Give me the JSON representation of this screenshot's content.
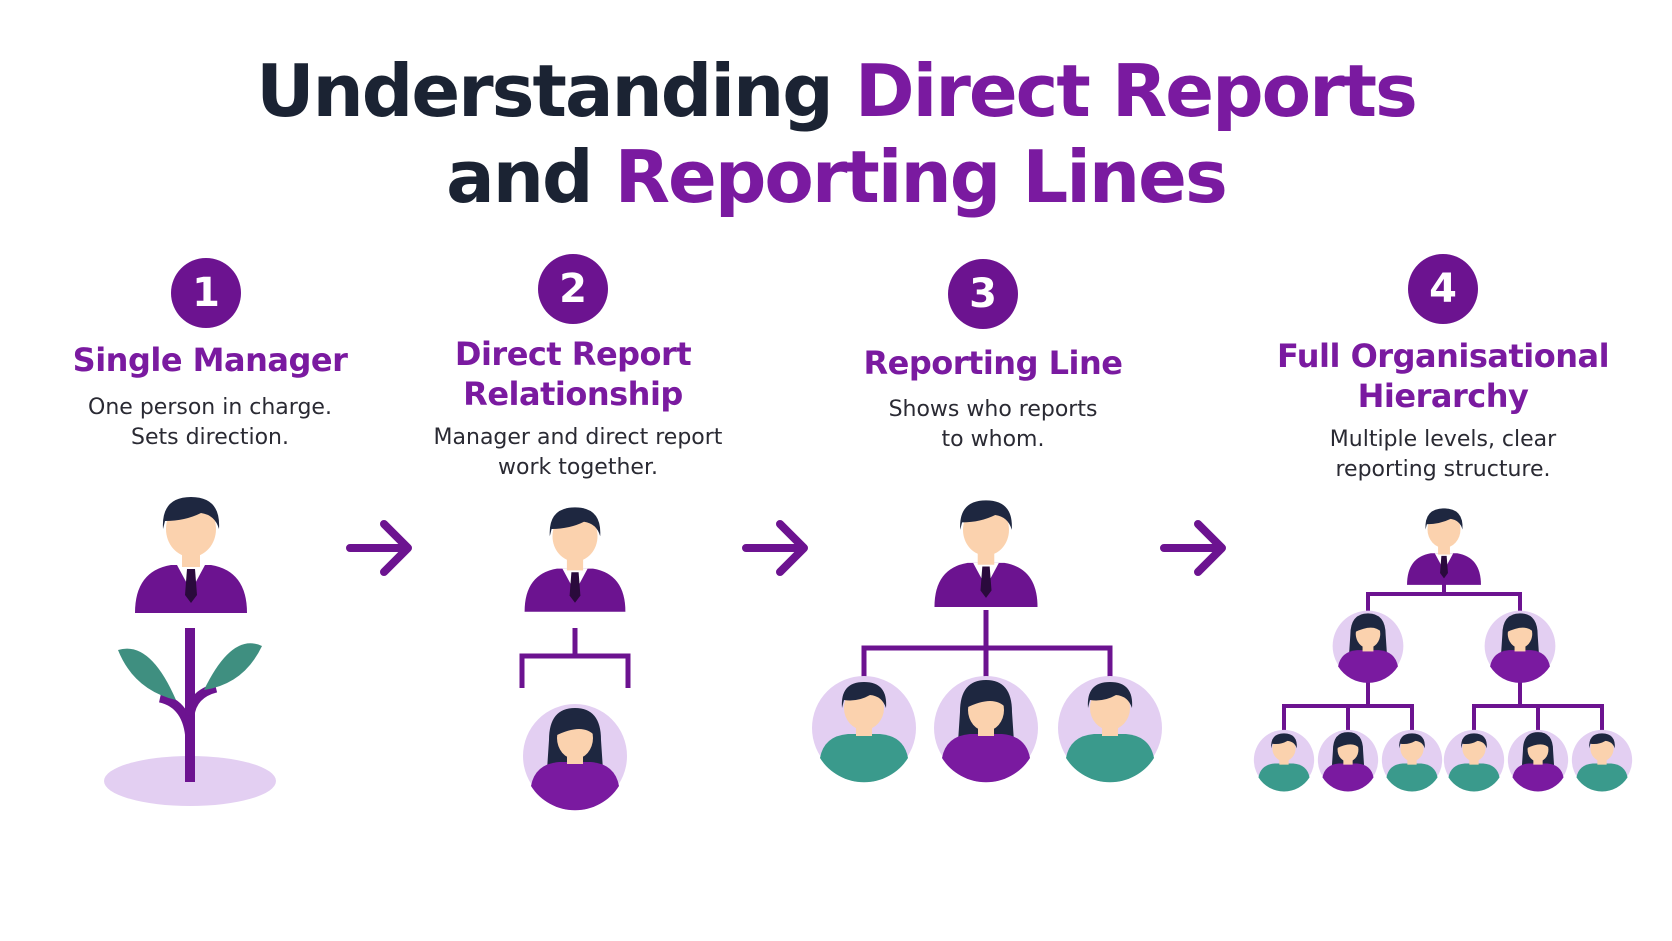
{
  "title": {
    "line1_plain": "Understanding ",
    "line1_accent": "Direct Reports",
    "line2_plain": "and ",
    "line2_accent": "Reporting Lines"
  },
  "steps": [
    {
      "number": "1",
      "title_lines": [
        "Single Manager"
      ],
      "desc_lines": [
        "One person in charge.",
        "Sets direction."
      ]
    },
    {
      "number": "2",
      "title_lines": [
        "Direct Report",
        "Relationship"
      ],
      "desc_lines": [
        "Manager and direct report",
        "work together."
      ]
    },
    {
      "number": "3",
      "title_lines": [
        "Reporting Line"
      ],
      "desc_lines": [
        "Shows who reports",
        "to whom."
      ]
    },
    {
      "number": "4",
      "title_lines": [
        "Full Organisational",
        "Hierarchy"
      ],
      "desc_lines": [
        "Multiple levels, clear",
        "reporting structure."
      ]
    }
  ],
  "colors": {
    "purple": "#6c1390",
    "accent": "#7a1aa0",
    "light_purple": "#e3cff2",
    "teal": "#3a9a8c",
    "leaf_green": "#3f8f80",
    "skin": "#fbd2ae",
    "hair": "#1e2740"
  },
  "icons": [
    "arrow-right-icon",
    "manager-icon",
    "sprout-icon",
    "employee-icon"
  ]
}
